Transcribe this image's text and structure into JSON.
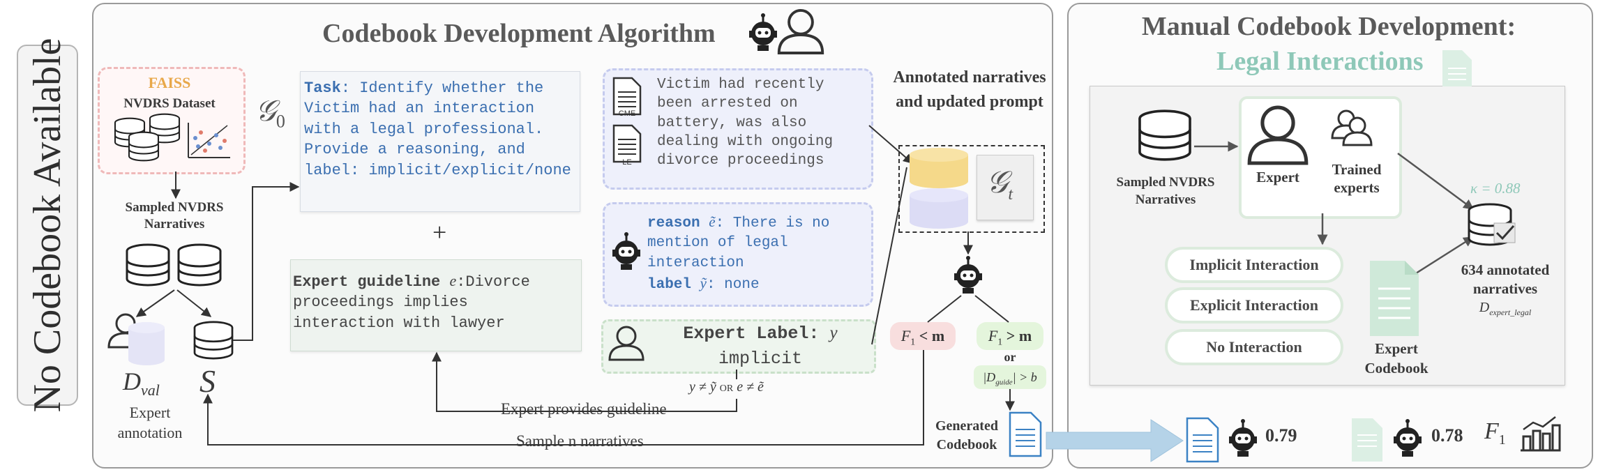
{
  "side_label": "No Codebook Available",
  "algo": {
    "title": "Codebook Development Algorithm",
    "faiss": "FAISS",
    "nvdrs_dataset": "NVDRS Dataset",
    "sampled_narratives": "Sampled NVDRS Narratives",
    "g0": "𝒢",
    "g0_sub": "0",
    "dval": "D",
    "dval_sub": "val",
    "expert_annotation": "Expert annotation",
    "s_symbol": "S",
    "task_label": "Task",
    "task_text": ": Identify whether the Victim had an interaction with a legal professional. Provide a reasoning, and label: implicit/explicit/none",
    "plus": "+",
    "guideline_label": "Expert guideline",
    "guideline_var": "e",
    "guideline_text": ":Divorce proceedings implies interaction with lawyer",
    "narrative_text": "Victim had recently been arrested on battery, was also dealing with ongoing divorce proceedings",
    "cme": "CME",
    "le": "LE",
    "reason_label": "reason",
    "reason_var": "ẽ",
    "reason_text": ": There is no mention of legal interaction",
    "label_label": "label",
    "label_var": "ỹ",
    "label_text": ": none",
    "expert_label_title": "Expert Label:",
    "expert_label_var": "y",
    "expert_label_value": "implicit",
    "condition_y": "y ≠ ỹ",
    "condition_or": "OR",
    "condition_e": "e ≠ ẽ",
    "expert_provides_guideline": "Expert provides guideline",
    "sample_n_narratives": "Sample n narratives",
    "annotated_title": "Annotated narratives and updated prompt",
    "dguide": "D",
    "dguide_sub": "guide",
    "gt": "𝒢",
    "gt_sub": "t",
    "f1_less": "F",
    "f1_less_rest": "< m",
    "f1_more": "F",
    "f1_more_rest": "> m",
    "or": "or",
    "dguide_b": "|D",
    "dguide_b_sub": "guide",
    "dguide_b_rest": "| > b",
    "generated_codebook": "Generated Codebook",
    "one": "1"
  },
  "manual": {
    "title": "Manual Codebook Development:",
    "subtitle": "Legal Interactions",
    "sampled": "Sampled NVDRS Narratives",
    "expert": "Expert",
    "trained_experts": "Trained experts",
    "implicit": "Implicit Interaction",
    "explicit": "Explicit Interaction",
    "none": "No Interaction",
    "expert_codebook": "Expert Codebook",
    "kappa": "κ = 0.88",
    "annotated": "634 annotated narratives",
    "d_expert": "D",
    "d_expert_sub": "expert_legal"
  },
  "results": {
    "score_generated": "0.79",
    "score_expert": "0.78",
    "f1": "F",
    "f1_sub": "1"
  },
  "colors": {
    "faiss": "#e8a84a",
    "teal": "#8ec8b8",
    "blue_text": "#3b6fb0",
    "mono_text": "#444444",
    "dguide_fill": "#f5d98a",
    "dval_fill": "#dcdcf5",
    "red_pill": "#f8dede",
    "green_pill": "#e4f5dc",
    "arrow_blue": "#b5d3e8"
  }
}
